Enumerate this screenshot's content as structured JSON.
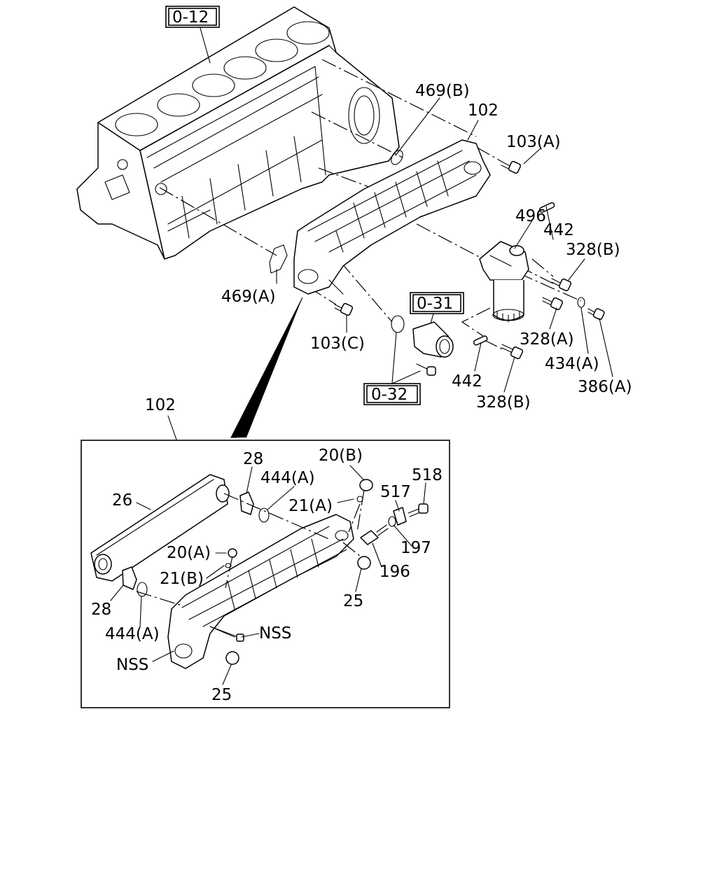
{
  "labels": {
    "ref_0_12": "0-12",
    "ref_0_31": "0-31",
    "ref_0_32": "0-32",
    "p469b": "469(B)",
    "p102_top": "102",
    "p103a": "103(A)",
    "p496": "496",
    "p442_top": "442",
    "p328b_top": "328(B)",
    "p469a": "469(A)",
    "p103c": "103(C)",
    "p328a": "328(A)",
    "p442_bot": "442",
    "p434a": "434(A)",
    "p386a": "386(A)",
    "p328b_bot": "328(B)",
    "p102_detail": "102",
    "p28_top": "28",
    "p444a_top": "444(A)",
    "p20b": "20(B)",
    "p518": "518",
    "p26": "26",
    "p21a": "21(A)",
    "p517": "517",
    "p197": "197",
    "p20a": "20(A)",
    "p196": "196",
    "p21b": "21(B)",
    "p25_right": "25",
    "p28_bot": "28",
    "p444a_bot": "444(A)",
    "nss_right": "NSS",
    "nss_left": "NSS",
    "p25_bot": "25"
  }
}
